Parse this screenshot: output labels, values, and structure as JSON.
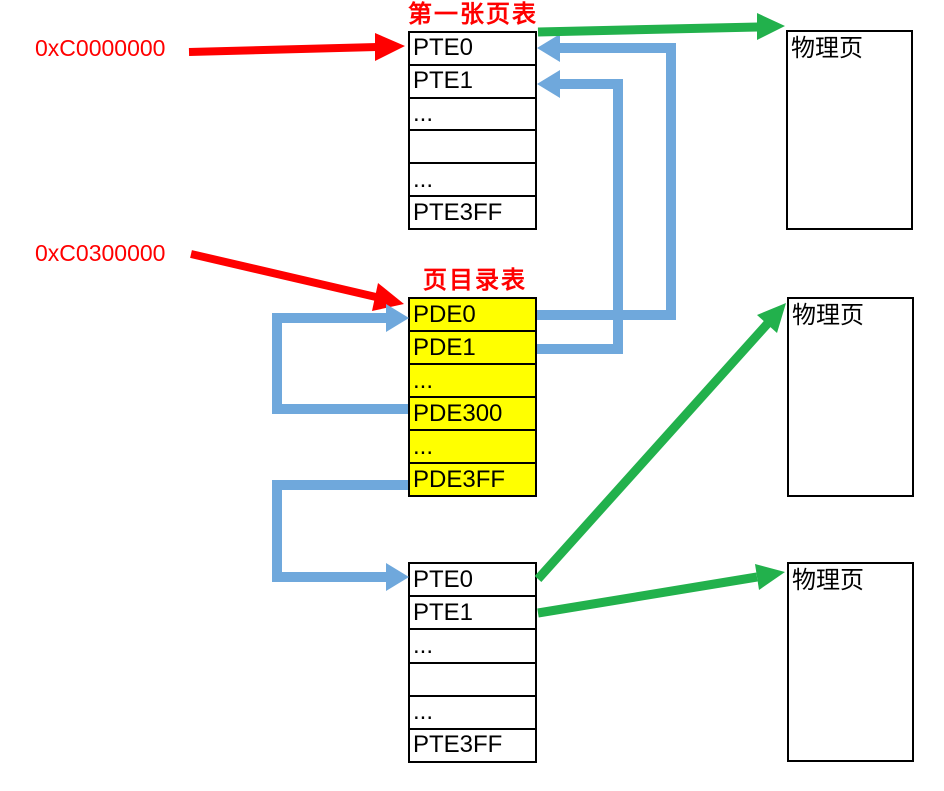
{
  "diagram": {
    "address_labels": [
      {
        "text": "0xC0000000"
      },
      {
        "text": "0xC0300000"
      }
    ],
    "tables": [
      {
        "title": "第一张页表",
        "rows": [
          "PTE0",
          "PTE1",
          "...",
          "",
          "...",
          "PTE3FF"
        ],
        "highlighted": false
      },
      {
        "title": "页目录表",
        "rows": [
          "PDE0",
          "PDE1",
          "...",
          "PDE300",
          "...",
          "PDE3FF"
        ],
        "highlighted": true
      },
      {
        "title": "",
        "rows": [
          "PTE0",
          "PTE1",
          "...",
          "",
          "...",
          "PTE3FF"
        ],
        "highlighted": false
      }
    ],
    "physical_pages": [
      {
        "label": "物理页"
      },
      {
        "label": "物理页"
      },
      {
        "label": "物理页"
      }
    ],
    "colors": {
      "red": "#FF0000",
      "blue": "#6FA8DC",
      "green": "#22B14C",
      "table_highlight": "#FFFF00",
      "border": "#000000",
      "text": "#000000",
      "background": "#FFFFFF"
    }
  }
}
